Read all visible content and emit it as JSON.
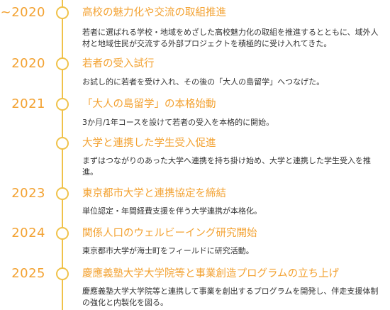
{
  "timeline": {
    "entries": [
      {
        "year": "~2020",
        "title": "高校の魅力化や交流の取組推進",
        "description": "若者に選ばれる学校・地域をめざした高校魅力化の取組を推進するとともに、域外人材と地域住民が交流する外部プロジェクトを積極的に受け入れてきた。"
      },
      {
        "year": "2020",
        "title": "若者の受入試行",
        "description": "お試し的に若者を受け入れ、その後の「大人の島留学」へつなげた。"
      },
      {
        "year": "2021",
        "title": "「大人の島留学」の本格始動",
        "description": "3か月/1年コースを設けて若者の受入を本格的に開始。"
      },
      {
        "year": "",
        "title": "大学と連携した学生受入促進",
        "description": "まずはつながりのあった大学へ連携を持ち掛け始め、大学と連携した学生受入を推進。"
      },
      {
        "year": "2023",
        "title": "東京都市大学と連携協定を締結",
        "description": "単位認定・年間経費支援を伴う大学連携が本格化。"
      },
      {
        "year": "2024",
        "title": "関係人口のウェルビーイング研究開始",
        "description": "東京都市大学が海士町をフィールドに研究活動。"
      },
      {
        "year": "2025",
        "title": "慶應義塾大学大学院等と事業創造プログラムの立ち上げ",
        "description": "慶應義塾大学大学院等と連携して事業を創出するプログラムを開発し、伴走支援体制の強化と内製化を図る。"
      }
    ]
  }
}
